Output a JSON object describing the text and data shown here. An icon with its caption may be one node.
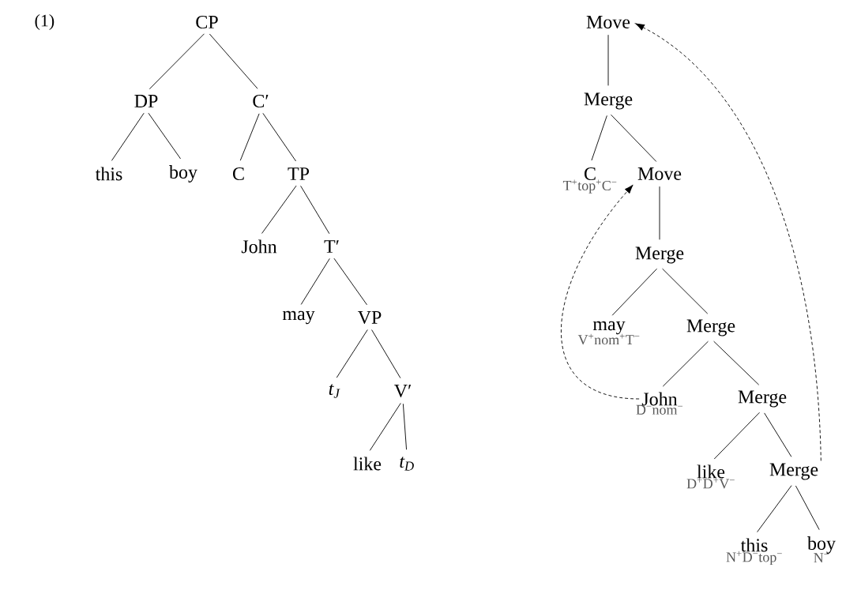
{
  "diagram": {
    "nodes": [
      {
        "text": [
          "CP"
        ]
      },
      {
        "text": [
          "DP"
        ]
      },
      {
        "text": [
          "C′"
        ]
      },
      {
        "text": [
          "this"
        ]
      },
      {
        "text": [
          "boy"
        ]
      },
      {
        "text": [
          "C"
        ]
      },
      {
        "text": [
          "TP"
        ]
      },
      {
        "text": [
          "John"
        ]
      },
      {
        "text": [
          "T′"
        ]
      },
      {
        "text": [
          "may"
        ]
      },
      {
        "text": [
          "VP"
        ]
      },
      {
        "text": [
          "t$_{J}$"
        ]
      },
      {
        "text": [
          "V′"
        ]
      },
      {
        "text": [
          "like"
        ]
      },
      {
        "text": [
          "t$_{D}$"
        ]
      },
      {
        "text": [
          "Move"
        ]
      },
      {
        "text": [
          "Merge"
        ]
      },
      {
        "text": [
          "C"
        ],
        "beside": [
          "T$^{+}$top$^{+}$C$^{−}$"
        ]
      },
      {
        "text": [
          "Move"
        ]
      },
      {
        "text": [
          "Merge"
        ]
      },
      {
        "text": [
          "may"
        ],
        "beside": [
          "V$^{+}$nom$^{+}$T$^{−}$"
        ]
      },
      {
        "text": [
          "Merge"
        ]
      },
      {
        "text": [
          "John"
        ],
        "beside": [
          "D$^{−}$nom$^{−}$"
        ]
      },
      {
        "text": [
          "Merge"
        ]
      },
      {
        "text": [
          "like"
        ],
        "beside": [
          "D$^{+}$D$^{+}$V$^{−}$"
        ]
      },
      {
        "text": [
          "Merge"
        ]
      },
      {
        "text": [
          "this"
        ],
        "beside": [
          "N$^{+}$D$^{−}$top$^{−}$"
        ]
      },
      {
        "text": [
          "boy"
        ],
        "beside": [
          "N$^{−}$"
        ]
      }
    ],
    "edges": [
      {
        "from": 0,
        "to": 1,
        "arrow": "none"
      },
      {
        "from": 0,
        "to": 2,
        "arrow": "none"
      },
      {
        "from": 1,
        "to": 3,
        "arrow": "none"
      },
      {
        "from": 1,
        "to": 4,
        "arrow": "none"
      },
      {
        "from": 2,
        "to": 5,
        "arrow": "none"
      },
      {
        "from": 2,
        "to": 6,
        "arrow": "none"
      },
      {
        "from": 6,
        "to": 7,
        "arrow": "none"
      },
      {
        "from": 6,
        "to": 8,
        "arrow": "none"
      },
      {
        "from": 8,
        "to": 9,
        "arrow": "none"
      },
      {
        "from": 8,
        "to": 10,
        "arrow": "none"
      },
      {
        "from": 10,
        "to": 11,
        "arrow": "none"
      },
      {
        "from": 10,
        "to": 12,
        "arrow": "none"
      },
      {
        "from": 12,
        "to": 13,
        "arrow": "none"
      },
      {
        "from": 12,
        "to": 14,
        "arrow": "none"
      },
      {
        "from": 15,
        "to": 16,
        "arrow": "none"
      },
      {
        "from": 16,
        "to": 17,
        "arrow": "none"
      },
      {
        "from": 16,
        "to": 18,
        "arrow": "none"
      },
      {
        "from": 18,
        "to": 19,
        "arrow": "none"
      },
      {
        "from": 19,
        "to": 20,
        "arrow": "none"
      },
      {
        "from": 19,
        "to": 21,
        "arrow": "none"
      },
      {
        "from": 21,
        "to": 22,
        "arrow": "none"
      },
      {
        "from": 21,
        "to": 23,
        "arrow": "none"
      },
      {
        "from": 23,
        "to": 24,
        "arrow": "none"
      },
      {
        "from": 23,
        "to": 25,
        "arrow": "none"
      },
      {
        "from": 25,
        "to": 26,
        "arrow": "none"
      },
      {
        "from": 25,
        "to": 27,
        "arrow": "none"
      },
      {
        "from": 22,
        "to": 18,
        "arrow": "to",
        "style": "dashed"
      },
      {
        "from": 25,
        "to": 15,
        "arrow": "to",
        "style": "dashed"
      }
    ],
    "labels": [
      "(1)"
    ]
  }
}
